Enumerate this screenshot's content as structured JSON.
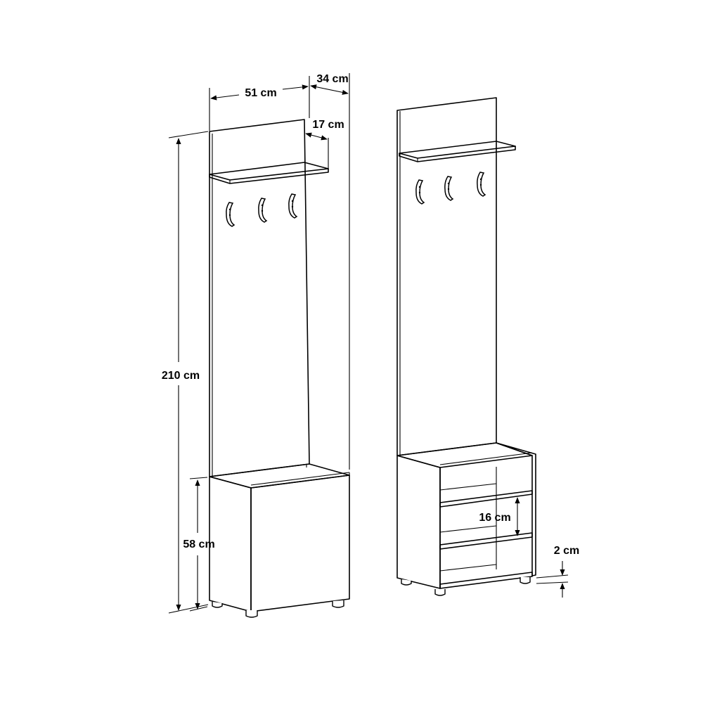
{
  "dimensions": {
    "width_total": "51 cm",
    "depth_total": "34 cm",
    "shelf_depth": "17 cm",
    "height_total": "210 cm",
    "base_height": "58 cm",
    "shelf_spacing": "16 cm",
    "foot_height": "2 cm"
  }
}
